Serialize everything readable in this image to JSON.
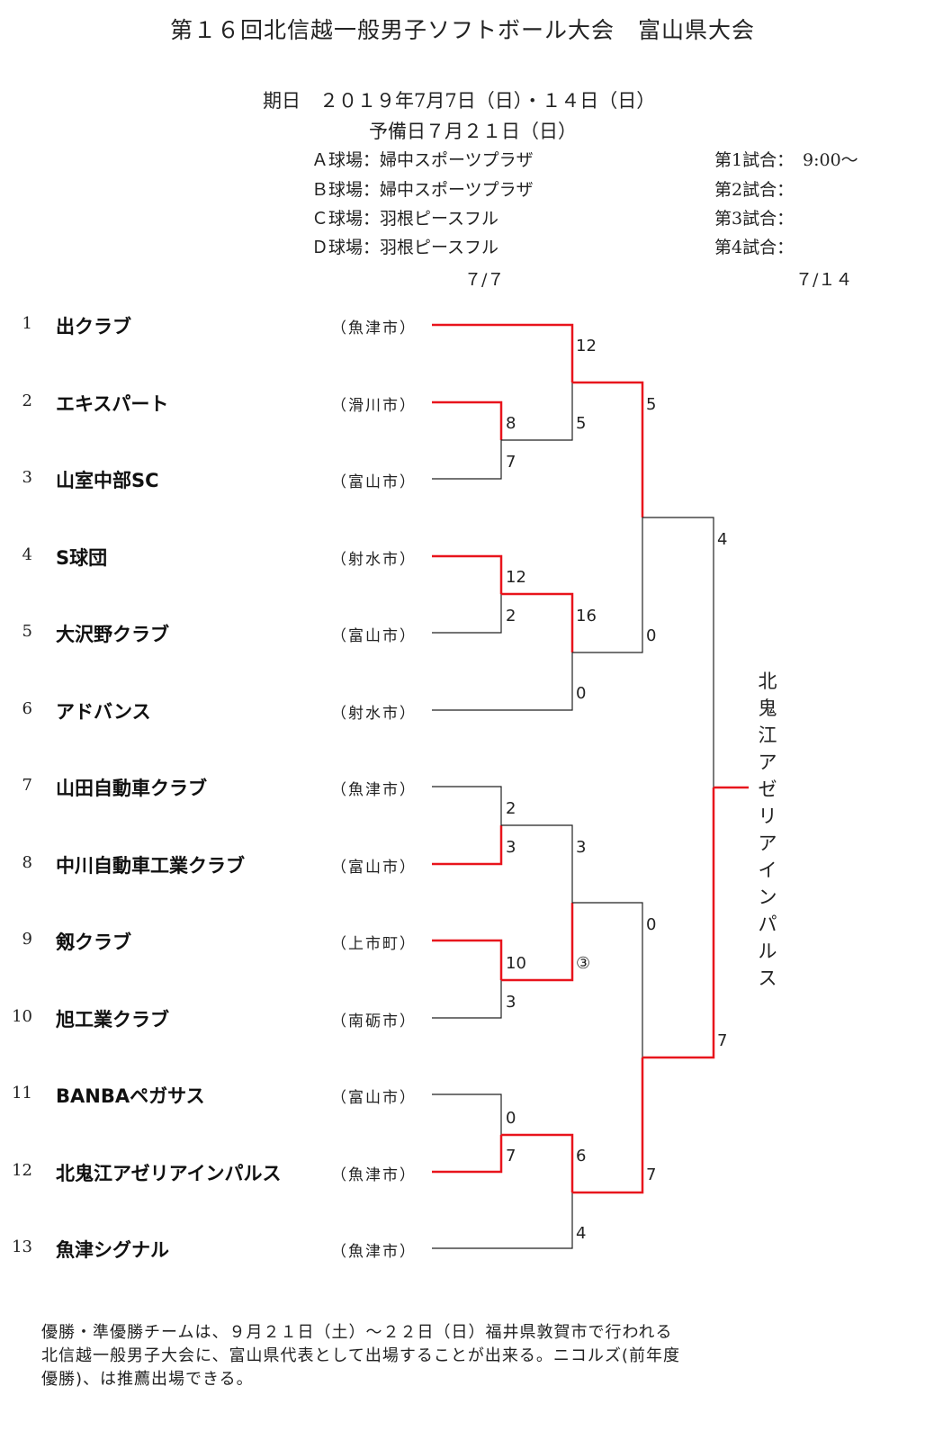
{
  "title": "第１６回北信越一般男子ソフトボール大会　富山県大会",
  "schedule": {
    "dates": "期日　２０１９年7月7日（日）・１４日（日）",
    "reserve": "予備日７月２１日（日）"
  },
  "venues": [
    "Ａ球場：婦中スポーツプラザ",
    "Ｂ球場：婦中スポーツプラザ",
    "Ｃ球場：羽根ピースフル",
    "Ｄ球場：羽根ピースフル"
  ],
  "matches": [
    {
      "label": "第1試合：",
      "time": "9:00～"
    },
    {
      "label": "第2試合：",
      "time": ""
    },
    {
      "label": "第3試合：",
      "time": ""
    },
    {
      "label": "第4試合：",
      "time": ""
    }
  ],
  "round_dates": [
    "７/７",
    "７/１４"
  ],
  "teams": [
    {
      "no": "1",
      "name": "出クラブ",
      "city": "（魚津市）"
    },
    {
      "no": "2",
      "name": "エキスパート",
      "city": "（滑川市）"
    },
    {
      "no": "3",
      "name": "山室中部SC",
      "city": "（富山市）"
    },
    {
      "no": "4",
      "name": "S球団",
      "city": "（射水市）"
    },
    {
      "no": "5",
      "name": "大沢野クラブ",
      "city": "（富山市）"
    },
    {
      "no": "6",
      "name": "アドバンス",
      "city": "（射水市）"
    },
    {
      "no": "7",
      "name": "山田自動車クラブ",
      "city": "（魚津市）"
    },
    {
      "no": "8",
      "name": "中川自動車工業クラブ",
      "city": "（富山市）"
    },
    {
      "no": "9",
      "name": "剱クラブ",
      "city": "（上市町）"
    },
    {
      "no": "10",
      "name": "旭工業クラブ",
      "city": "（南砺市）"
    },
    {
      "no": "11",
      "name": "BANBAペガサス",
      "city": "（富山市）"
    },
    {
      "no": "12",
      "name": "北鬼江アゼリアインパルス",
      "city": "（魚津市）"
    },
    {
      "no": "13",
      "name": "魚津シグナル",
      "city": "（魚津市）"
    }
  ],
  "scores": {
    "r1_2v3": [
      "8",
      "7"
    ],
    "r1_4v5": [
      "12",
      "2"
    ],
    "r1_7v8": [
      "2",
      "3"
    ],
    "r1_9v10": [
      "10",
      "3"
    ],
    "r1_11v12": [
      "0",
      "7"
    ],
    "r2_1": [
      "12",
      "5"
    ],
    "r2_4v6": [
      "16",
      "0"
    ],
    "r2_8v9": [
      "3",
      "③"
    ],
    "r2_12v13": [
      "6",
      "4"
    ],
    "qf_top": [
      "5",
      "0"
    ],
    "qf_bottom": [
      "0",
      "7"
    ],
    "final": [
      "4",
      "7"
    ]
  },
  "champion": "北鬼江アゼリアインパルス",
  "note": [
    "優勝・準優勝チームは、９月２１日（土）～２２日（日）福井県敦賀市で行われる",
    "北信越一般男子大会に、富山県代表として出場することが出来る。ニコルズ(前年度",
    "優勝)、は推薦出場できる。"
  ],
  "colors": {
    "win": "#e8141c",
    "line": "#222222"
  }
}
